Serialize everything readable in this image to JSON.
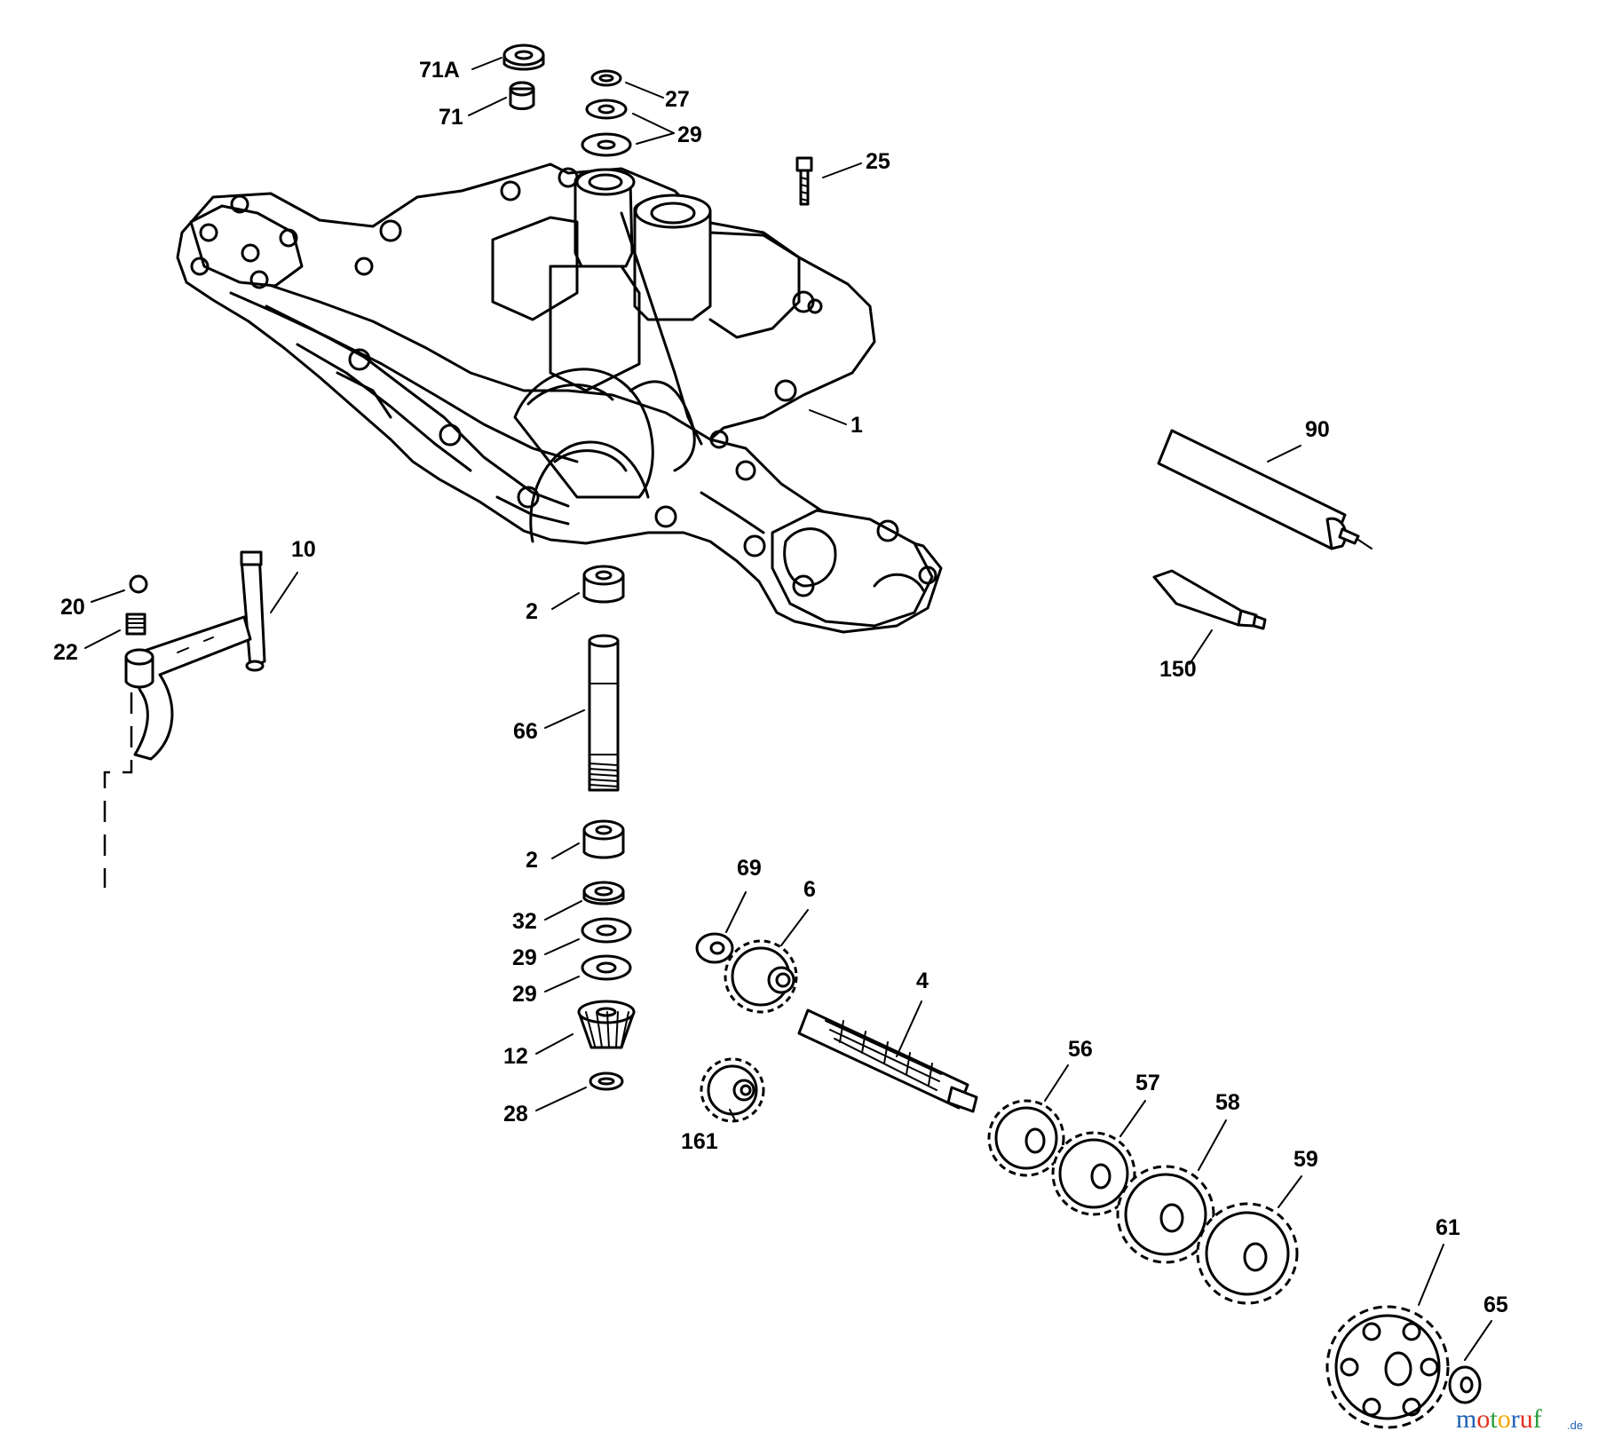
{
  "diagram": {
    "labels": [
      {
        "id": "71A",
        "text": "71A"
      },
      {
        "id": "71",
        "text": "71"
      },
      {
        "id": "27",
        "text": "27"
      },
      {
        "id": "29-top",
        "text": "29"
      },
      {
        "id": "25",
        "text": "25"
      },
      {
        "id": "1",
        "text": "1"
      },
      {
        "id": "90",
        "text": "90"
      },
      {
        "id": "150",
        "text": "150"
      },
      {
        "id": "10",
        "text": "10"
      },
      {
        "id": "20",
        "text": "20"
      },
      {
        "id": "22",
        "text": "22"
      },
      {
        "id": "2-top",
        "text": "2"
      },
      {
        "id": "66",
        "text": "66"
      },
      {
        "id": "2-bottom",
        "text": "2"
      },
      {
        "id": "32",
        "text": "32"
      },
      {
        "id": "29-mid1",
        "text": "29"
      },
      {
        "id": "29-mid2",
        "text": "29"
      },
      {
        "id": "12",
        "text": "12"
      },
      {
        "id": "28",
        "text": "28"
      },
      {
        "id": "69",
        "text": "69"
      },
      {
        "id": "6",
        "text": "6"
      },
      {
        "id": "4",
        "text": "4"
      },
      {
        "id": "161",
        "text": "161"
      },
      {
        "id": "56",
        "text": "56"
      },
      {
        "id": "57",
        "text": "57"
      },
      {
        "id": "58",
        "text": "58"
      },
      {
        "id": "59",
        "text": "59"
      },
      {
        "id": "61",
        "text": "61"
      },
      {
        "id": "65",
        "text": "65"
      }
    ]
  },
  "watermark": {
    "brand": "motoruf",
    "suffix": ".de",
    "colors": [
      "#1f5fb4",
      "#e0301e",
      "#2a9d3a",
      "#f2a900",
      "#1f5fb4",
      "#e0301e",
      "#2a9d3a"
    ]
  }
}
